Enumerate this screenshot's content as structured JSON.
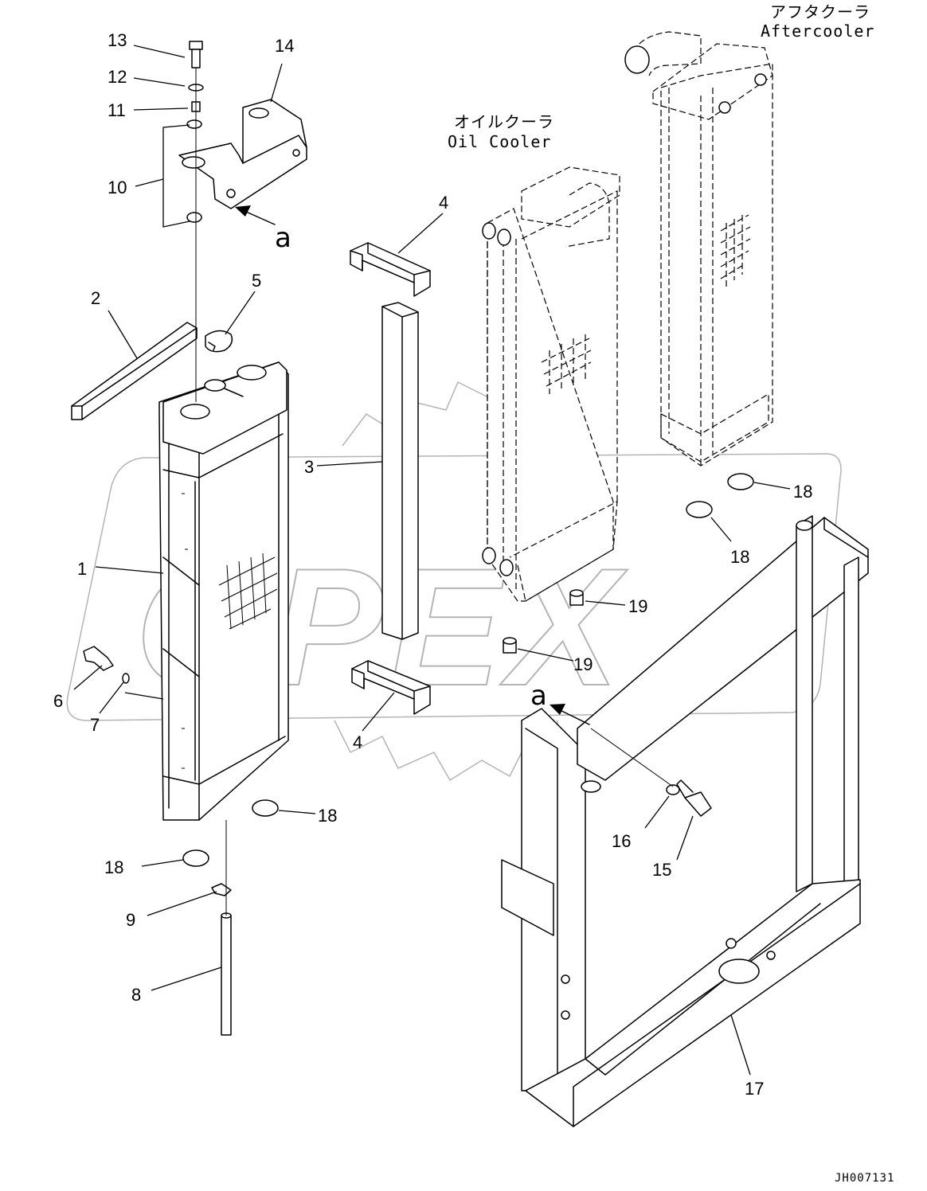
{
  "diagram": {
    "labels": {
      "aftercooler_jp": "アフタクーラ",
      "aftercooler_en": "Aftercooler",
      "oil_cooler_jp": "オイルクーラ",
      "oil_cooler_en": "Oil Cooler",
      "view_letter_top": "a",
      "view_letter_bottom": "a",
      "drawing_number": "JH007131",
      "watermark": "OPEX"
    },
    "callouts": {
      "c1": "1",
      "c2": "2",
      "c3": "3",
      "c4a": "4",
      "c4b": "4",
      "c5": "5",
      "c6": "6",
      "c7": "7",
      "c8": "8",
      "c9": "9",
      "c10": "10",
      "c11": "11",
      "c12": "12",
      "c13": "13",
      "c14": "14",
      "c15": "15",
      "c16": "16",
      "c17": "17",
      "c18a": "18",
      "c18b": "18",
      "c18c": "18",
      "c18d": "18",
      "c19a": "19",
      "c19b": "19"
    }
  }
}
